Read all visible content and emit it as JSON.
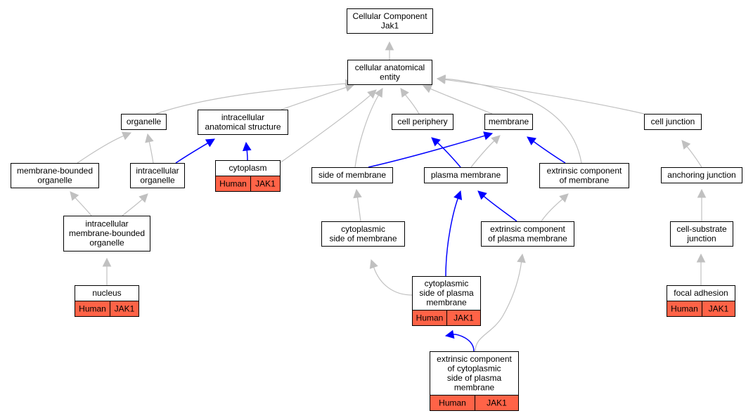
{
  "colors": {
    "annotation_fill": "#ff6347",
    "is_a_edge": "#c0c0c0",
    "part_of_edge": "#0000ff"
  },
  "nodes": {
    "root": {
      "lines": [
        "Cellular Component",
        "Jak1"
      ]
    },
    "cellular_anatomical_entity": {
      "lines": [
        "cellular anatomical",
        "entity"
      ]
    },
    "organelle": {
      "lines": [
        "organelle"
      ]
    },
    "intracellular_anatomical_structure": {
      "lines": [
        "intracellular",
        "anatomical structure"
      ]
    },
    "cell_periphery": {
      "lines": [
        "cell periphery"
      ]
    },
    "membrane": {
      "lines": [
        "membrane"
      ]
    },
    "cell_junction": {
      "lines": [
        "cell junction"
      ]
    },
    "membrane_bounded_organelle": {
      "lines": [
        "membrane-bounded",
        "organelle"
      ]
    },
    "intracellular_organelle": {
      "lines": [
        "intracellular",
        "organelle"
      ]
    },
    "cytoplasm": {
      "lines": [
        "cytoplasm"
      ],
      "annotation": [
        "Human",
        "JAK1"
      ]
    },
    "side_of_membrane": {
      "lines": [
        "side of membrane"
      ]
    },
    "plasma_membrane": {
      "lines": [
        "plasma membrane"
      ]
    },
    "extrinsic_component_of_membrane": {
      "lines": [
        "extrinsic component",
        "of membrane"
      ]
    },
    "anchoring_junction": {
      "lines": [
        "anchoring junction"
      ]
    },
    "intracellular_membrane_bounded_organelle": {
      "lines": [
        "intracellular",
        "membrane-bounded",
        "organelle"
      ]
    },
    "cytoplasmic_side_of_membrane": {
      "lines": [
        "cytoplasmic",
        "side of membrane"
      ]
    },
    "extrinsic_component_of_plasma_membrane": {
      "lines": [
        "extrinsic component",
        "of plasma membrane"
      ]
    },
    "cell_substrate_junction": {
      "lines": [
        "cell-substrate",
        "junction"
      ]
    },
    "nucleus": {
      "lines": [
        "nucleus"
      ],
      "annotation": [
        "Human",
        "JAK1"
      ]
    },
    "cytoplasmic_side_of_plasma_membrane": {
      "lines": [
        "cytoplasmic",
        "side of plasma",
        "membrane"
      ],
      "annotation": [
        "Human",
        "JAK1"
      ]
    },
    "focal_adhesion": {
      "lines": [
        "focal adhesion"
      ],
      "annotation": [
        "Human",
        "JAK1"
      ]
    },
    "extrinsic_component_of_cytoplasmic_side_of_plasma_membrane": {
      "lines": [
        "extrinsic component",
        "of cytoplasmic",
        "side of plasma",
        "membrane"
      ],
      "annotation": [
        "Human",
        "JAK1"
      ]
    }
  },
  "edges": [
    {
      "from": "cellular_anatomical_entity",
      "to": "root",
      "type": "is_a"
    },
    {
      "from": "organelle",
      "to": "cellular_anatomical_entity",
      "type": "is_a"
    },
    {
      "from": "intracellular_anatomical_structure",
      "to": "cellular_anatomical_entity",
      "type": "is_a"
    },
    {
      "from": "cell_periphery",
      "to": "cellular_anatomical_entity",
      "type": "is_a"
    },
    {
      "from": "membrane",
      "to": "cellular_anatomical_entity",
      "type": "is_a"
    },
    {
      "from": "cell_junction",
      "to": "cellular_anatomical_entity",
      "type": "is_a"
    },
    {
      "from": "cytoplasm",
      "to": "cellular_anatomical_entity",
      "type": "is_a"
    },
    {
      "from": "side_of_membrane",
      "to": "cellular_anatomical_entity",
      "type": "is_a"
    },
    {
      "from": "extrinsic_component_of_membrane",
      "to": "cellular_anatomical_entity",
      "type": "is_a"
    },
    {
      "from": "membrane_bounded_organelle",
      "to": "organelle",
      "type": "is_a"
    },
    {
      "from": "intracellular_organelle",
      "to": "organelle",
      "type": "is_a"
    },
    {
      "from": "intracellular_organelle",
      "to": "intracellular_anatomical_structure",
      "type": "part_of"
    },
    {
      "from": "cytoplasm",
      "to": "intracellular_anatomical_structure",
      "type": "part_of"
    },
    {
      "from": "side_of_membrane",
      "to": "membrane",
      "type": "part_of"
    },
    {
      "from": "plasma_membrane",
      "to": "cell_periphery",
      "type": "part_of"
    },
    {
      "from": "plasma_membrane",
      "to": "membrane",
      "type": "is_a"
    },
    {
      "from": "extrinsic_component_of_membrane",
      "to": "membrane",
      "type": "part_of"
    },
    {
      "from": "anchoring_junction",
      "to": "cell_junction",
      "type": "is_a"
    },
    {
      "from": "intracellular_membrane_bounded_organelle",
      "to": "membrane_bounded_organelle",
      "type": "is_a"
    },
    {
      "from": "intracellular_membrane_bounded_organelle",
      "to": "intracellular_organelle",
      "type": "is_a"
    },
    {
      "from": "cytoplasmic_side_of_membrane",
      "to": "side_of_membrane",
      "type": "is_a"
    },
    {
      "from": "extrinsic_component_of_plasma_membrane",
      "to": "plasma_membrane",
      "type": "part_of"
    },
    {
      "from": "extrinsic_component_of_plasma_membrane",
      "to": "extrinsic_component_of_membrane",
      "type": "is_a"
    },
    {
      "from": "cell_substrate_junction",
      "to": "anchoring_junction",
      "type": "is_a"
    },
    {
      "from": "nucleus",
      "to": "intracellular_membrane_bounded_organelle",
      "type": "is_a"
    },
    {
      "from": "cytoplasmic_side_of_plasma_membrane",
      "to": "cytoplasmic_side_of_membrane",
      "type": "is_a"
    },
    {
      "from": "cytoplasmic_side_of_plasma_membrane",
      "to": "plasma_membrane",
      "type": "part_of"
    },
    {
      "from": "focal_adhesion",
      "to": "cell_substrate_junction",
      "type": "is_a"
    },
    {
      "from": "extrinsic_component_of_cytoplasmic_side_of_plasma_membrane",
      "to": "cytoplasmic_side_of_plasma_membrane",
      "type": "part_of"
    },
    {
      "from": "extrinsic_component_of_cytoplasmic_side_of_plasma_membrane",
      "to": "extrinsic_component_of_plasma_membrane",
      "type": "is_a"
    }
  ]
}
